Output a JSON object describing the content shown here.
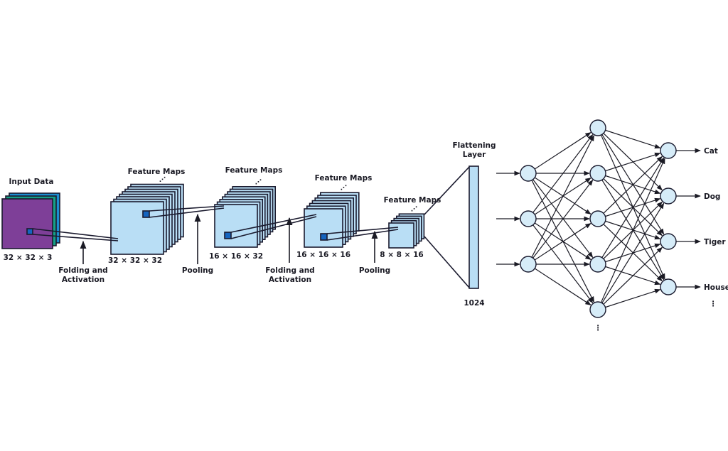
{
  "colors": {
    "outline": "#1a1a2e",
    "map_fill": "#b9def5",
    "node_fill": "#d6ecf8",
    "input_purple": "#7e3f98",
    "input_green": "#16a085",
    "input_blue": "#1b8fd0",
    "kernel": "#1565c0"
  },
  "input": {
    "title": "Input Data",
    "dims": "32 × 32 × 3"
  },
  "stages": [
    {
      "title": "Feature Maps",
      "dims": "32 × 32 × 32"
    },
    {
      "title": "Feature Maps",
      "dims": "16 × 16 × 32"
    },
    {
      "title": "Feature Maps",
      "dims": "16 × 16 × 16"
    },
    {
      "title": "Feature Maps",
      "dims": "8 × 8 × 16"
    }
  ],
  "operations": [
    {
      "line1": "Folding and",
      "line2": "Activation"
    },
    {
      "line1": "Pooling",
      "line2": ""
    },
    {
      "line1": "Folding and",
      "line2": "Activation"
    },
    {
      "line1": "Pooling",
      "line2": ""
    }
  ],
  "flatten": {
    "line1": "Flattening",
    "line2": "Layer",
    "size": "1024"
  },
  "network": {
    "input_nodes": 3,
    "hidden_nodes": 5,
    "outputs": [
      "Cat",
      "Dog",
      "Tiger",
      "House"
    ],
    "ellipsis": "⋮"
  }
}
